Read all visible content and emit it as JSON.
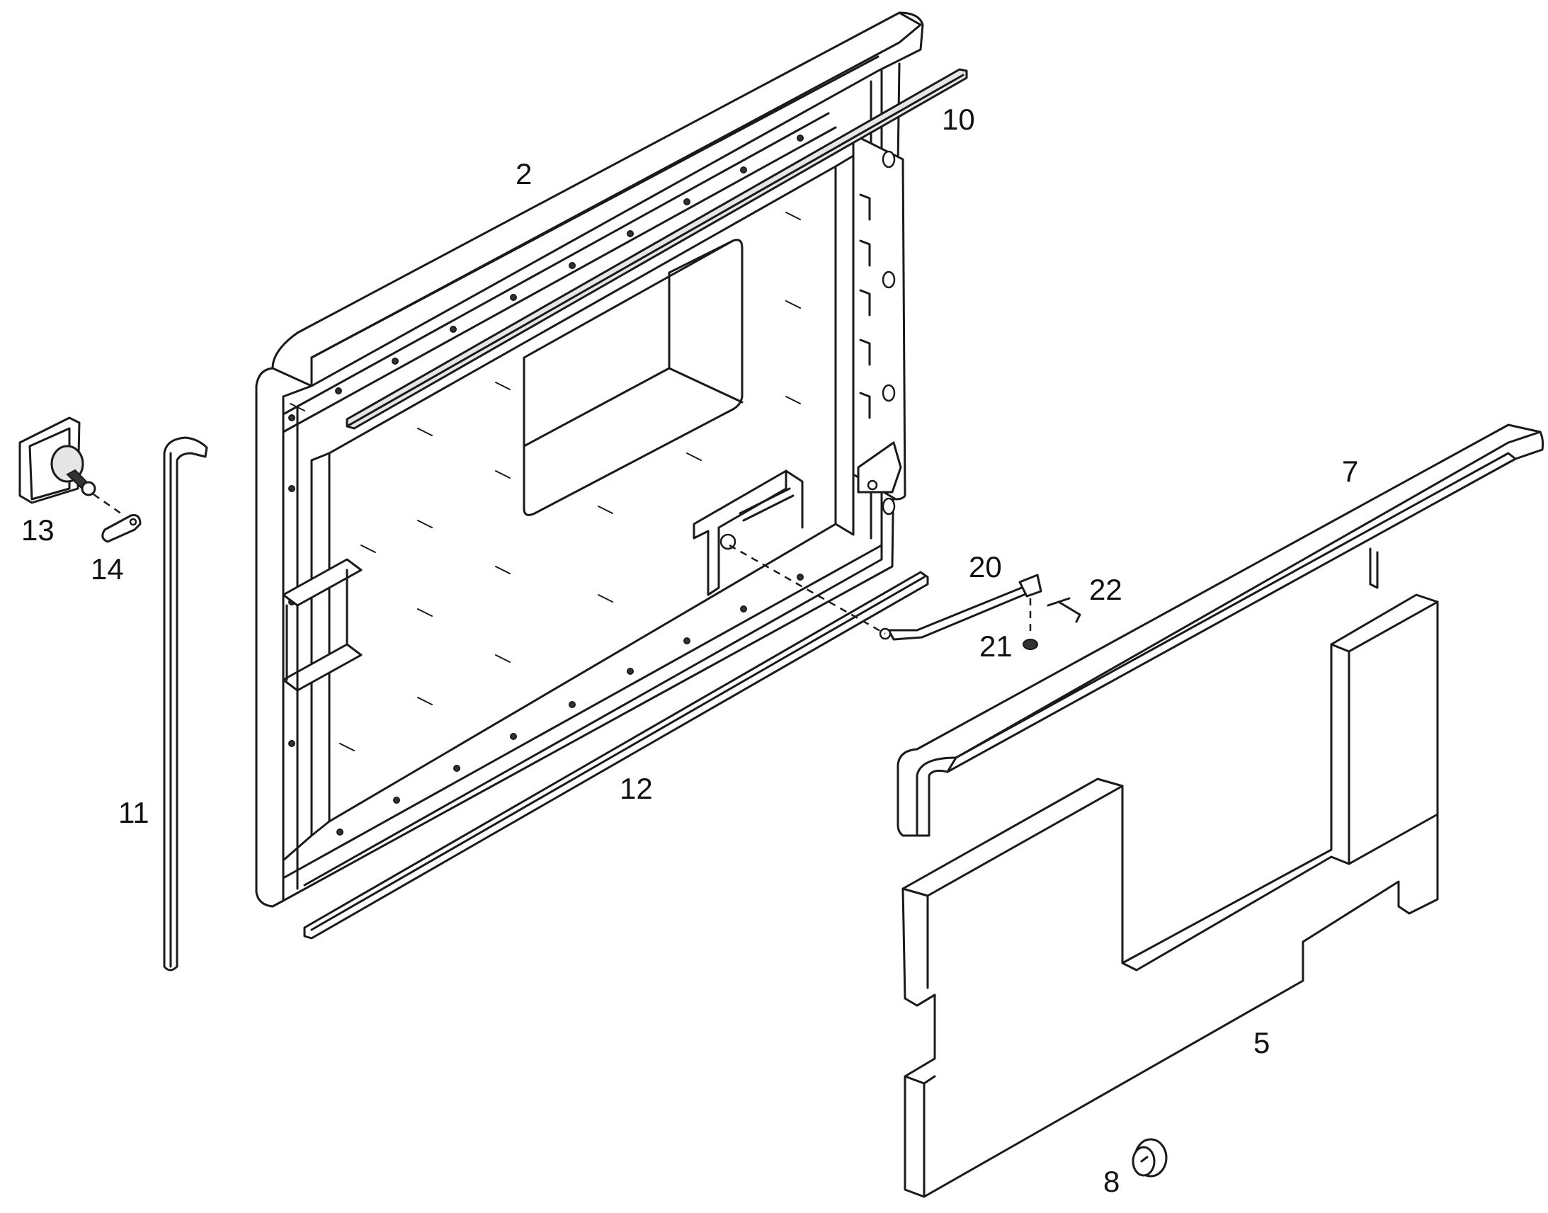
{
  "callouts": {
    "c2": "2",
    "c10": "10",
    "c7": "7",
    "c13": "13",
    "c14": "14",
    "c20": "20",
    "c22": "22",
    "c21": "21",
    "c11": "11",
    "c12": "12",
    "c5": "5",
    "c8": "8"
  }
}
